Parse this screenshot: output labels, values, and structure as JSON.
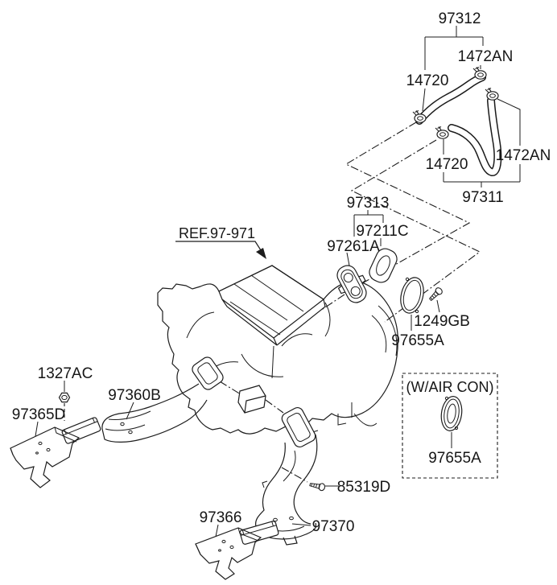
{
  "diagram": {
    "kind": "parts-exploded-diagram",
    "labels": {
      "hose_out": "97312",
      "clamp_eng_a": "1472AN",
      "clamp_htr_a": "14720",
      "clamp_htr_b": "14720",
      "clamp_eng_b": "1472AN",
      "hose_in": "97311",
      "tube_assy": "97313",
      "gasket_tube": "97211C",
      "tube_flange": "97261A",
      "ref_heater": "REF.97-971",
      "screw_cover": "1249GB",
      "cover_blank": "97655A",
      "nut_duct": "1327AC",
      "duct_floor_ctr": "97360B",
      "seal_duct_ctr": "97365D",
      "aircon_caption": "(W/AIR CON)",
      "cover_aircon": "97655A",
      "screw_duct": "85319D",
      "seal_duct_rr": "97366",
      "duct_floor_rr": "97370"
    }
  }
}
